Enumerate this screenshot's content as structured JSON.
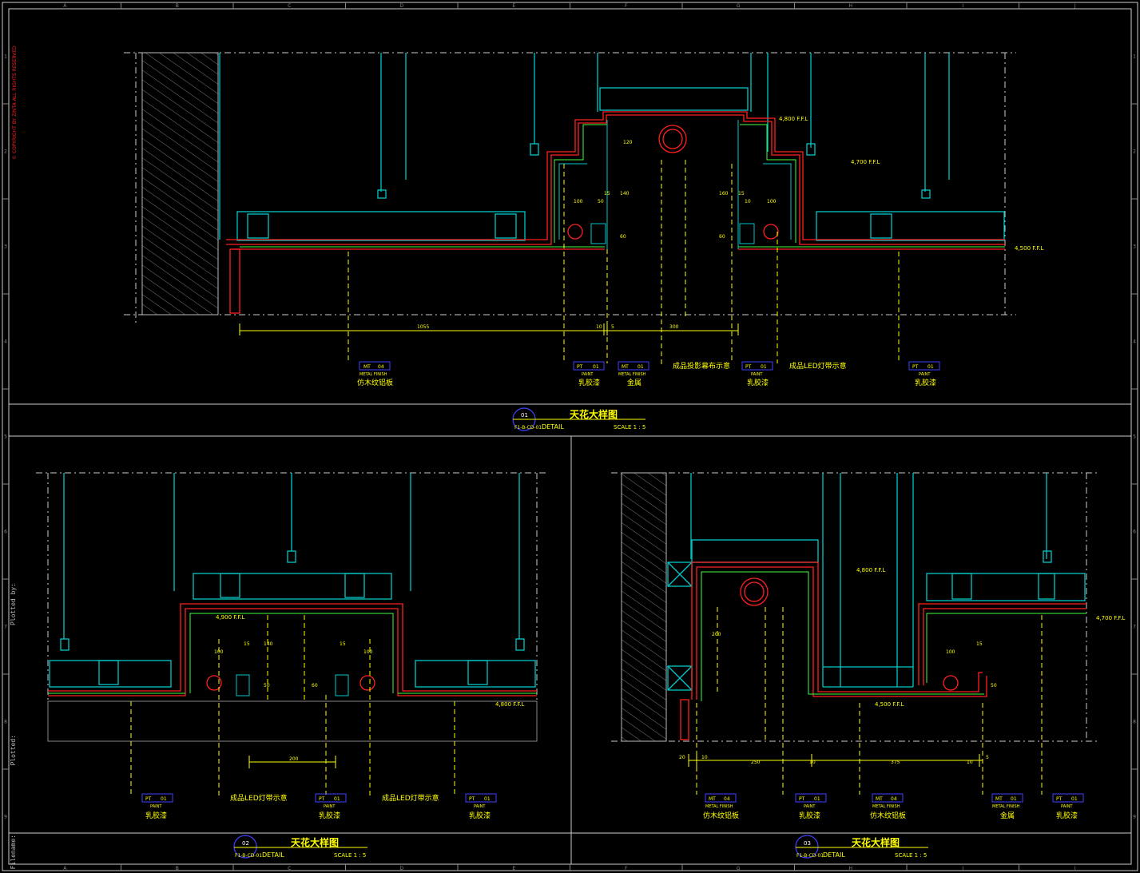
{
  "copyright": "© COPYRIGHT BY ZINTA ALL RIGHTS RESERVED",
  "sidebar": {
    "plotted_by": "Plotted by:",
    "plotted": "Plotted:",
    "filename": "Filename:"
  },
  "grid_letters": [
    "A",
    "B",
    "C",
    "D",
    "E",
    "F",
    "G",
    "H",
    "I",
    "J"
  ],
  "grid_numbers": [
    "1",
    "2",
    "3",
    "4",
    "5",
    "6",
    "7",
    "8",
    "9"
  ],
  "detail1": {
    "num": "01",
    "sheet": "F1-B-CD-01",
    "title": "天花大样图",
    "detail": "DETAIL",
    "scale": "SCALE 1 : 5",
    "levels": [
      "4,800 F.F.L",
      "4,700 F.F.L",
      "4,500 F.F.L"
    ],
    "dims_bottom": [
      "1055",
      "10",
      "5",
      "300"
    ],
    "dims_inner": [
      "100",
      "50",
      "15",
      "140",
      "60",
      "160",
      "15",
      "10",
      "100",
      "60",
      "120"
    ],
    "tags": [
      {
        "code": "MT",
        "no": "04",
        "en": "METAL FINISH",
        "cn": "仿木纹铝板"
      },
      {
        "code": "PT",
        "no": "01",
        "en": "PAINT",
        "cn": "乳胶漆"
      },
      {
        "code": "MT",
        "no": "01",
        "en": "METAL FINISH",
        "cn": "金属"
      },
      {
        "code": "PT",
        "no": "01",
        "en": "PAINT",
        "cn": "乳胶漆"
      },
      {
        "code": "PT",
        "no": "01",
        "en": "PAINT",
        "cn": "乳胶漆"
      }
    ],
    "notes": [
      "成品投影幕布示意",
      "成品LED灯带示意"
    ]
  },
  "detail2": {
    "num": "02",
    "sheet": "F1-B-CD-01",
    "title": "天花大样图",
    "detail": "DETAIL",
    "scale": "SCALE 1 : 5",
    "levels": [
      "4,900 F.F.L",
      "4,800 F.F.L"
    ],
    "dims": [
      "100",
      "15",
      "140",
      "50",
      "15",
      "100",
      "60",
      "200"
    ],
    "tags": [
      {
        "code": "PT",
        "no": "01",
        "en": "PAINT",
        "cn": "乳胶漆"
      },
      {
        "code": "PT",
        "no": "01",
        "en": "PAINT",
        "cn": "乳胶漆"
      },
      {
        "code": "PT",
        "no": "01",
        "en": "PAINT",
        "cn": "乳胶漆"
      }
    ],
    "notes": [
      "成品LED灯带示意",
      "成品LED灯带示意"
    ]
  },
  "detail3": {
    "num": "03",
    "sheet": "F1-B-CD-01",
    "title": "天花大样图",
    "detail": "DETAIL",
    "scale": "SCALE 1 : 5",
    "levels": [
      "4,800 F.F.L",
      "4,700 F.F.L",
      "4,500 F.F.L"
    ],
    "dims": [
      "20",
      "10",
      "250",
      "10",
      "375",
      "10",
      "5",
      "200",
      "100",
      "15",
      "50"
    ],
    "tags": [
      {
        "code": "MT",
        "no": "04",
        "en": "METAL FINISH",
        "cn": "仿木纹铝板"
      },
      {
        "code": "PT",
        "no": "01",
        "en": "PAINT",
        "cn": "乳胶漆"
      },
      {
        "code": "MT",
        "no": "04",
        "en": "METAL FINISH",
        "cn": "仿木纹铝板"
      },
      {
        "code": "MT",
        "no": "01",
        "en": "METAL FINISH",
        "cn": "金属"
      },
      {
        "code": "PT",
        "no": "01",
        "en": "PAINT",
        "cn": "乳胶漆"
      }
    ]
  },
  "colors": {
    "background": "#000000",
    "border": "#ffffff",
    "cyan": "#00c8c8",
    "red": "#ff2020",
    "yellow": "#ffff00",
    "green": "#40ff40",
    "blue": "#4040ff"
  }
}
